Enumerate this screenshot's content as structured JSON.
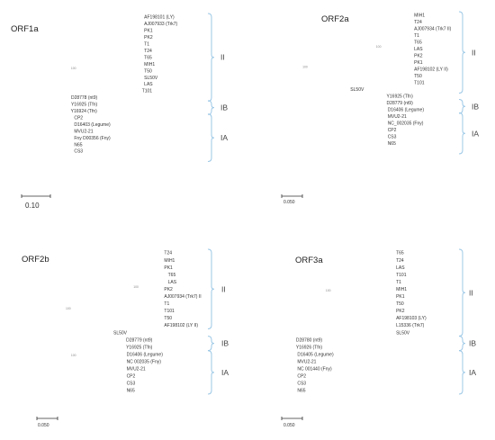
{
  "panels": [
    {
      "id": "orf1a",
      "title": "ORF1a",
      "scale_label": "0.10",
      "groups": [
        {
          "label": "II",
          "first": 0,
          "last": 12
        },
        {
          "label": "IB",
          "first": 13,
          "last": 14
        },
        {
          "label": "IA",
          "first": 15,
          "last": 21
        }
      ],
      "tree": {
        "l": 0.0,
        "c": [
          {
            "l": 0.0,
            "c": [
              {
                "l": 0.47,
                "b": "100",
                "c": [
                  {
                    "l": 0.008,
                    "c": [
                      {
                        "n": "AF198101 (LY)"
                      },
                      {
                        "n": "AJ007933 (Trk7)"
                      },
                      {
                        "n": "PK1"
                      },
                      {
                        "n": "PK2"
                      },
                      {
                        "n": "T1"
                      },
                      {
                        "n": "T24"
                      },
                      {
                        "n": "T65"
                      },
                      {
                        "n": "MIH1"
                      },
                      {
                        "n": "T50"
                      },
                      {
                        "n": "SL50V"
                      },
                      {
                        "n": "LAS"
                      }
                    ]
                  },
                  {
                    "n": "T101"
                  }
                ]
              },
              {
                "l": 0.21,
                "c": [
                  {
                    "l": 0.006,
                    "c": [
                      {
                        "n": "D28778 (nt9)"
                      },
                      {
                        "n": "Y16925 (Tfn)"
                      }
                    ]
                  },
                  {
                    "l": 0.005,
                    "c": [
                      {
                        "n": "Y16924 (Tfn)"
                      },
                      {
                        "l": 0.012,
                        "c": [
                          {
                            "n": "CP2"
                          },
                          {
                            "n": "D16403 (Legume)"
                          },
                          {
                            "n": "MVU2-21"
                          },
                          {
                            "n": "Fny D00356 (Fny)"
                          },
                          {
                            "n": "N65"
                          },
                          {
                            "n": "CS3"
                          }
                        ]
                      }
                    ]
                  }
                ]
              }
            ]
          }
        ]
      }
    },
    {
      "id": "orf2a",
      "title": "ORF2a",
      "scale_label": "0.050",
      "groups": [
        {
          "label": "II",
          "first": 0,
          "last": 11
        },
        {
          "label": "IB",
          "first": 13,
          "last": 14
        },
        {
          "label": "IA",
          "first": 15,
          "last": 20
        }
      ],
      "tree": {
        "l": 0.0,
        "c": [
          {
            "l": 0.41,
            "b": "100",
            "c": [
              {
                "l": 0.3,
                "b": "100",
                "c": [
                  {
                    "l": 0.008,
                    "c": [
                      {
                        "n": "MIH1"
                      },
                      {
                        "n": "T24"
                      },
                      {
                        "n": "AJ007934 (Trk7 II)"
                      },
                      {
                        "n": "T1"
                      },
                      {
                        "n": "T65"
                      },
                      {
                        "n": "LAS"
                      },
                      {
                        "n": "PK2"
                      },
                      {
                        "n": "PK1"
                      },
                      {
                        "n": "AF198102 (LY II)"
                      },
                      {
                        "n": "T50"
                      },
                      {
                        "n": "T101"
                      }
                    ]
                  }
                ]
              },
              {
                "n": "SL50V"
              }
            ]
          },
          {
            "l": 0.58,
            "c": [
              {
                "l": 0.005,
                "c": [
                  {
                    "n": "Y16925 (Tfn)"
                  },
                  {
                    "n": "D28779 (nt9)"
                  }
                ]
              },
              {
                "l": 0.01,
                "c": [
                  {
                    "n": "D16406 (Legume)"
                  },
                  {
                    "n": "MVU2-21"
                  },
                  {
                    "n": "NC_002035 (Fny)"
                  },
                  {
                    "n": "CP2"
                  },
                  {
                    "n": "CS3"
                  },
                  {
                    "n": "N65"
                  }
                ]
              }
            ]
          }
        ]
      }
    },
    {
      "id": "orf2b",
      "title": "ORF2b",
      "scale_label": "0.050",
      "groups": [
        {
          "label": "II",
          "first": 0,
          "last": 10
        },
        {
          "label": "IB",
          "first": 12,
          "last": 13
        },
        {
          "label": "IA",
          "first": 14,
          "last": 19
        }
      ],
      "tree": {
        "l": 0.0,
        "c": [
          {
            "l": 0.4,
            "b": "100",
            "c": [
              {
                "l": 0.24,
                "b": "100",
                "c": [
                  {
                    "n": "T24"
                  },
                  {
                    "n": "MIH1"
                  },
                  {
                    "n": "PK1"
                  },
                  {
                    "l": 0.018,
                    "c": [
                      {
                        "n": "T65"
                      },
                      {
                        "n": "LAS"
                      }
                    ]
                  },
                  {
                    "n": "PK2"
                  },
                  {
                    "n": "AJ007934 (Trk7) II"
                  },
                  {
                    "n": "T1"
                  },
                  {
                    "n": "T101"
                  },
                  {
                    "n": "T50"
                  },
                  {
                    "n": "AF198102 (LY II)"
                  }
                ]
              },
              {
                "n": "SL50V"
              }
            ]
          },
          {
            "l": 0.45,
            "b": "100",
            "c": [
              {
                "l": 0.01,
                "c": [
                  {
                    "n": "D28779 (nt9)"
                  },
                  {
                    "n": "Y16925 (Tfn)"
                  }
                ]
              },
              {
                "l": 0.012,
                "c": [
                  {
                    "n": "D16406 (Legume)"
                  },
                  {
                    "n": "NC 002035 (Fny)"
                  },
                  {
                    "n": "MVU2-21"
                  },
                  {
                    "n": "CP2"
                  },
                  {
                    "n": "CS3"
                  },
                  {
                    "n": "N65"
                  }
                ]
              }
            ]
          }
        ]
      }
    },
    {
      "id": "orf3a",
      "title": "ORF3a",
      "scale_label": "0.050",
      "groups": [
        {
          "label": "II",
          "first": 0,
          "last": 11
        },
        {
          "label": "IB",
          "first": 12,
          "last": 13
        },
        {
          "label": "IA",
          "first": 14,
          "last": 19
        }
      ],
      "tree": {
        "l": 0.0,
        "c": [
          {
            "l": 0.57,
            "b": "100",
            "c": [
              {
                "l": 0.01,
                "c": [
                  {
                    "n": "T65"
                  },
                  {
                    "n": "T24"
                  },
                  {
                    "n": "LAS"
                  },
                  {
                    "n": "T101"
                  },
                  {
                    "n": "T1"
                  },
                  {
                    "n": "MIH1"
                  },
                  {
                    "n": "PK1"
                  },
                  {
                    "n": "T50"
                  },
                  {
                    "n": "PK2"
                  },
                  {
                    "n": "AF198103 (LY)"
                  },
                  {
                    "n": "L15336 (Trk7)"
                  },
                  {
                    "n": "SL50V"
                  }
                ]
              }
            ]
          },
          {
            "l": 0.12,
            "c": [
              {
                "l": 0.006,
                "c": [
                  {
                    "n": "D28780 (nt9)"
                  },
                  {
                    "n": "Y16926 (Tfn)"
                  }
                ]
              },
              {
                "l": 0.012,
                "c": [
                  {
                    "n": "D16405 (Legume)"
                  },
                  {
                    "n": "MVU2-21"
                  },
                  {
                    "n": "NC 001440 (Fny)"
                  },
                  {
                    "n": "CP2"
                  },
                  {
                    "n": "CS3"
                  },
                  {
                    "n": "N65"
                  }
                ]
              }
            ]
          }
        ]
      }
    }
  ]
}
